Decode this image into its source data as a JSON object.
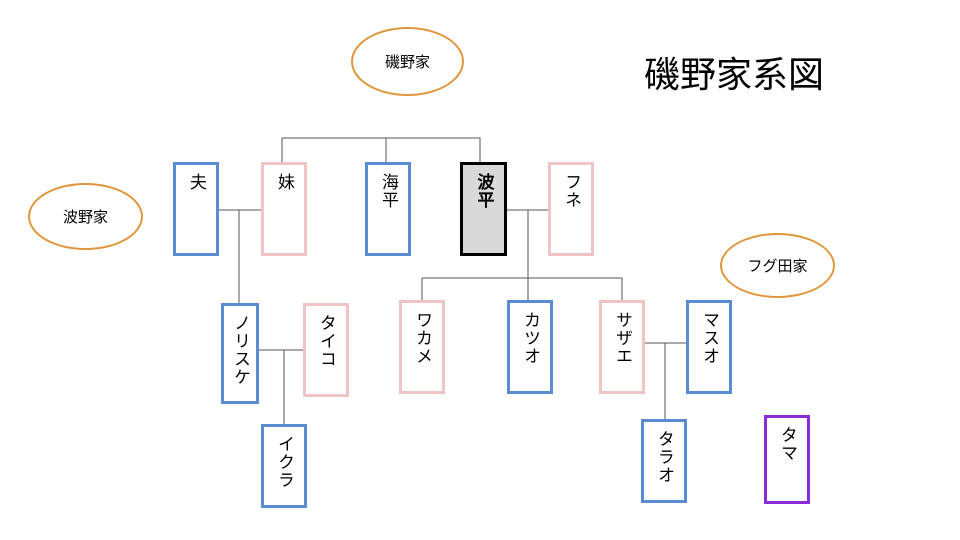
{
  "title": "磯野家系図",
  "families": {
    "isono": "磯野家",
    "namino": "波野家",
    "fuguta": "フグ田家"
  },
  "members": {
    "otto": "夫",
    "imouto": "妹",
    "umihei": "海平",
    "namihei": "波平",
    "fune": "フネ",
    "norisuke": "ノリスケ",
    "taiko": "タイコ",
    "ikura": "イクラ",
    "wakame": "ワカメ",
    "katsuo": "カツオ",
    "sazae": "サザエ",
    "masuo": "マスオ",
    "tarao": "タラオ",
    "tama": "タマ"
  },
  "colors": {
    "male": "#5b8bd0",
    "female": "#f0c4c4",
    "pet": "#8a2bd6",
    "family": "#e0963c",
    "highlight": "#d9d9d9"
  }
}
